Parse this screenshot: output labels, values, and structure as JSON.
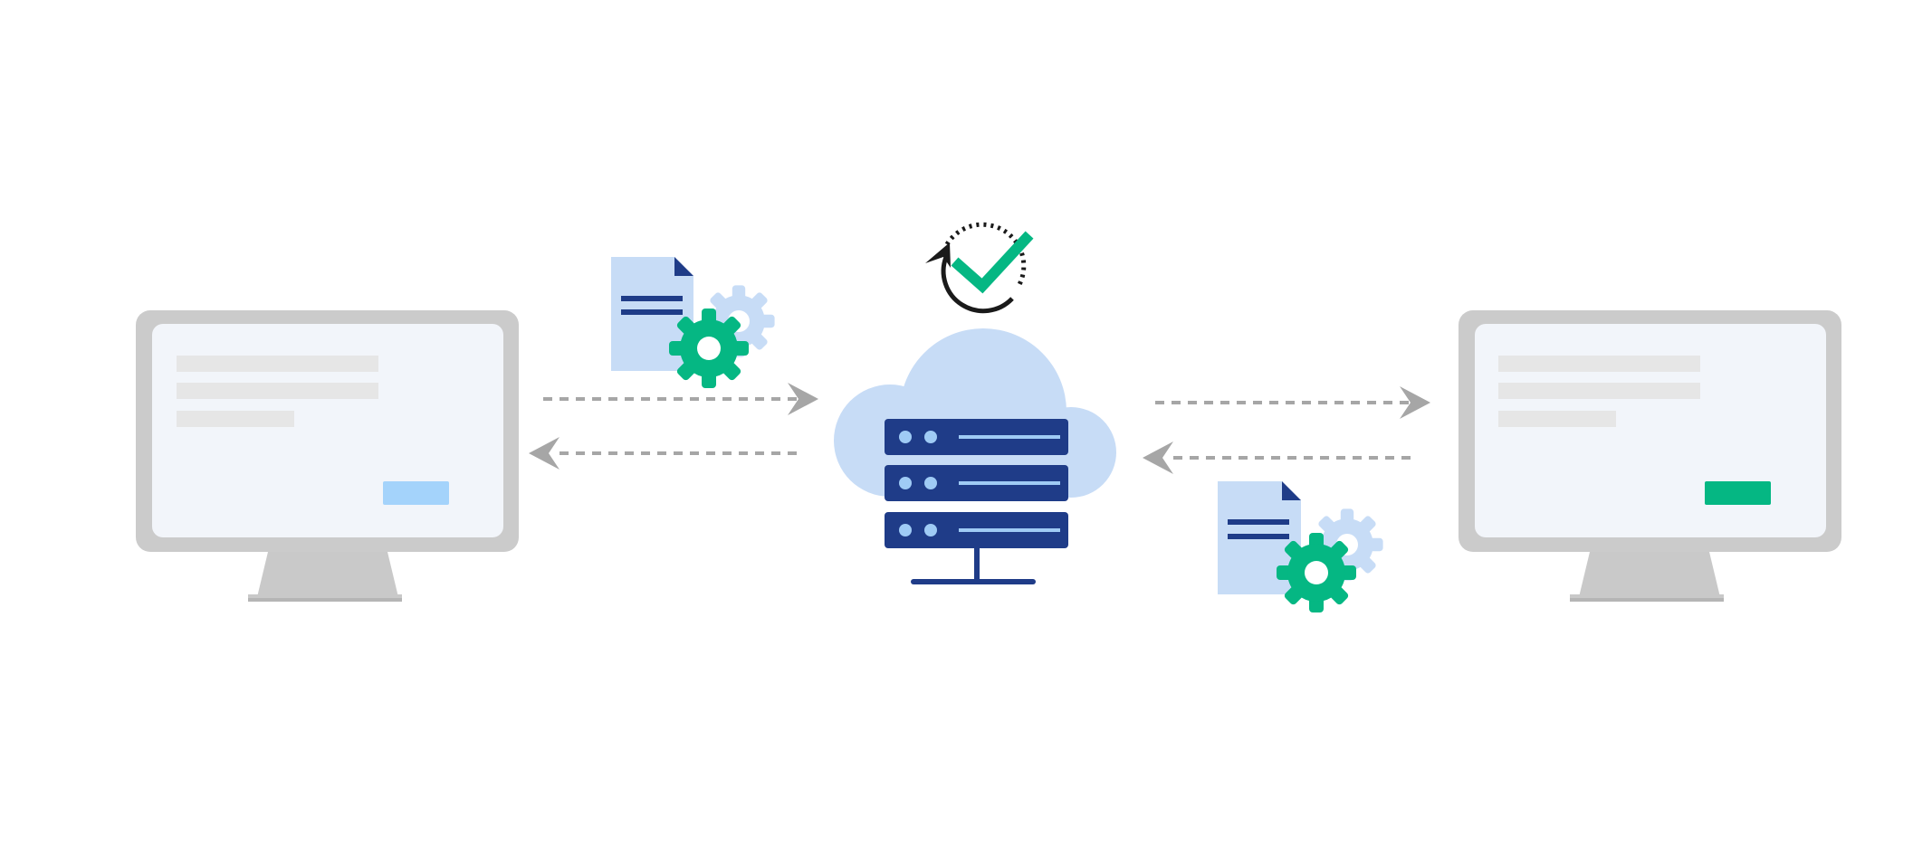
{
  "diagram": {
    "left_client": {
      "kind": "monitor",
      "form_lines": 3,
      "button_color": "#a4d3fb"
    },
    "right_client": {
      "kind": "monitor",
      "form_lines": 3,
      "button_color": "#05b783"
    },
    "server": {
      "kind": "cloud-server",
      "rack_units": 3
    },
    "sync_status": {
      "icon": "refresh-check-icon",
      "check_color": "#05b783"
    },
    "payloads": [
      {
        "icon": "document-gear-icon",
        "direction": "left-to-server"
      },
      {
        "icon": "document-gear-icon",
        "direction": "server-to-right"
      }
    ],
    "connections": [
      {
        "from": "left_client",
        "to": "server"
      },
      {
        "from": "server",
        "to": "left_client"
      },
      {
        "from": "server",
        "to": "right_client"
      },
      {
        "from": "right_client",
        "to": "server"
      }
    ]
  },
  "colors": {
    "monitor_frame": "#cbcbcb",
    "monitor_screen": "#f2f5fa",
    "form_line": "#e6e6e6",
    "cloud": "#c7dcf6",
    "server_rack": "#1f3c88",
    "server_led": "#9fcbf5",
    "document": "#c7dcf6",
    "document_text": "#1f3c88",
    "gear_primary": "#05b783",
    "gear_secondary": "#c7dcf6",
    "arrow": "#a6a6a6",
    "sync_ring": "#1a1a1a"
  }
}
